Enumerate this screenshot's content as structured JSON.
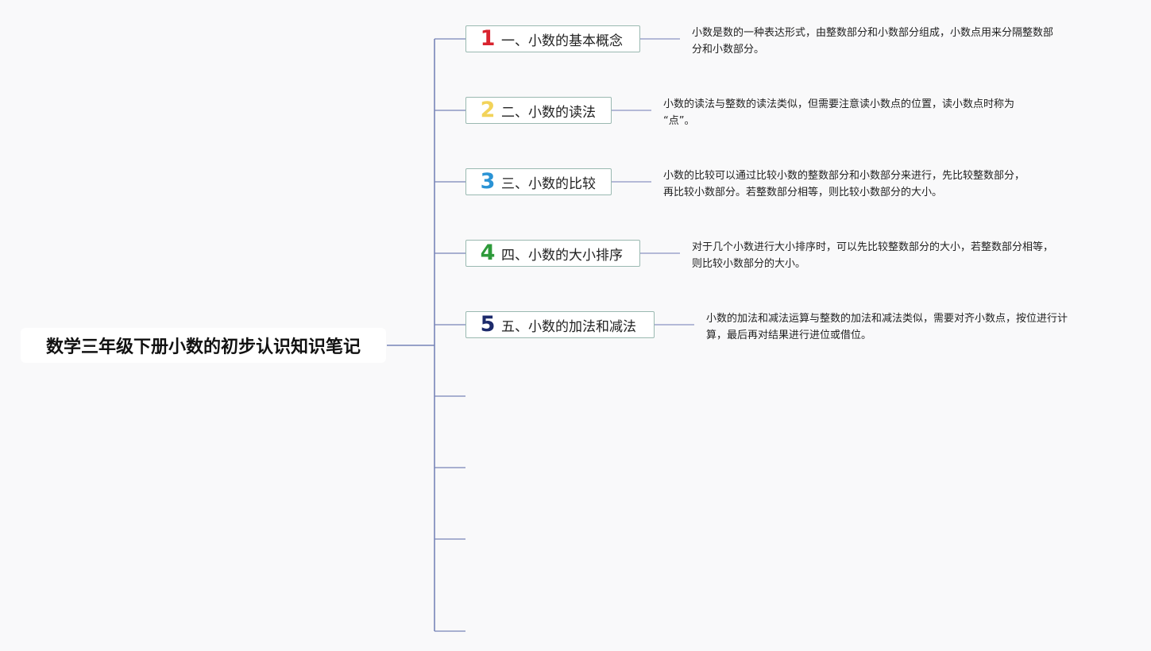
{
  "root": {
    "title": "数学三年级下册小数的初步认识知识笔记"
  },
  "topics": [
    {
      "number": "1",
      "number_color": "#d9232e",
      "label": "一、小数的基本概念",
      "note_lines": [
        "小数是数的一种表达形式，由整数部分和小数部分组成，小数点用来分隔整数部",
        "分和小数部分。"
      ]
    },
    {
      "number": "2",
      "number_color": "#f2d35a",
      "label": "二、小数的读法",
      "note_lines": [
        "小数的读法与整数的读法类似，但需要注意读小数点的位置，读小数点时称为",
        "“点”。"
      ]
    },
    {
      "number": "3",
      "number_color": "#2a93d5",
      "label": "三、小数的比较",
      "note_lines": [
        "小数的比较可以通过比较小数的整数部分和小数部分来进行，先比较整数部分，",
        "再比较小数部分。若整数部分相等，则比较小数部分的大小。"
      ]
    },
    {
      "number": "4",
      "number_color": "#2d9a3a",
      "label": "四、小数的大小排序",
      "note_lines": [
        "对于几个小数进行大小排序时，可以先比较整数部分的大小，若整数部分相等，",
        "则比较小数部分的大小。"
      ]
    },
    {
      "number": "5",
      "number_color": "#1c2a6b",
      "label": "五、小数的加法和减法",
      "note_lines": [
        "小数的加法和减法运算与整数的加法和减法类似，需要对齐小数点，按位进行计",
        "算，最后再对结果进行进位或借位。"
      ]
    }
  ]
}
